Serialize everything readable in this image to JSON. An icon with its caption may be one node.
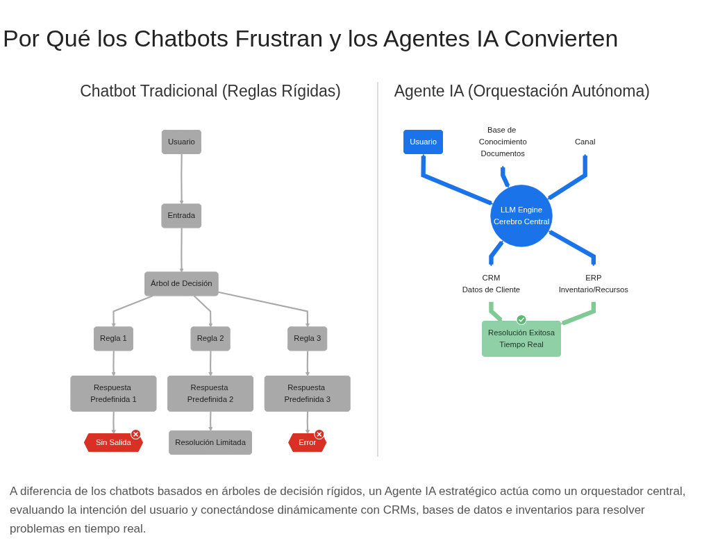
{
  "diagram": {
    "title": "Por Qué los Chatbots Frustran y los Agentes IA Convierten",
    "caption": "A diferencia de los chatbots basados en árboles de decisión rígidos, un Agente IA estratégico actúa como un orquestador central, evaluando la intención del usuario y conectándose dinámicamente con CRMs, bases de datos e inventarios para resolver problemas en tiempo real.",
    "nodes": [
      {
        "text": [
          "Usuario"
        ]
      },
      {
        "text": [
          "Entrada"
        ]
      },
      {
        "text": [
          "Árbol de Decisión"
        ]
      },
      {
        "text": [
          "Regla 1"
        ]
      },
      {
        "text": [
          "Regla 2"
        ]
      },
      {
        "text": [
          "Regla 3"
        ]
      },
      {
        "text": [
          "Respuesta Predefinida 1"
        ]
      },
      {
        "text": [
          "Respuesta Predefinida 2"
        ]
      },
      {
        "text": [
          "Respuesta Predefinida 3"
        ]
      },
      {
        "text": [
          "Sin Salida"
        ]
      },
      {
        "text": [
          "Error"
        ]
      },
      {
        "text": [
          "Resolución Limitada"
        ]
      },
      {
        "text": [
          "Usuario"
        ]
      },
      {
        "text": [
          "LLM Engine",
          "Cerebro Central"
        ]
      },
      {
        "text": [
          "Base de Conocimiento",
          "Documentos"
        ]
      },
      {
        "text": [
          "Canal"
        ]
      },
      {
        "text": [
          "CRM",
          "Datos de Cliente"
        ]
      },
      {
        "text": [
          "ERP",
          "Inventario/Recursos"
        ]
      },
      {
        "text": [
          "Resolución Exitosa",
          "Tiempo Real"
        ]
      }
    ],
    "edges": [
      {
        "from": 0,
        "to": 1,
        "arrow": "to"
      },
      {
        "from": 1,
        "to": 2,
        "arrow": "to"
      },
      {
        "from": 2,
        "to": 3,
        "arrow": "to"
      },
      {
        "from": 2,
        "to": 4,
        "arrow": "to"
      },
      {
        "from": 2,
        "to": 5,
        "arrow": "to"
      },
      {
        "from": 3,
        "to": 6,
        "arrow": "to"
      },
      {
        "from": 4,
        "to": 7,
        "arrow": "to"
      },
      {
        "from": 5,
        "to": 8,
        "arrow": "to"
      },
      {
        "from": 6,
        "to": 9,
        "arrow": "to"
      },
      {
        "from": 7,
        "to": 11,
        "arrow": "to"
      },
      {
        "from": 8,
        "to": 10,
        "arrow": "to"
      },
      {
        "from": 12,
        "to": 13,
        "arrow": "both",
        "style": "thick",
        "color": "#1a73e8"
      },
      {
        "from": 14,
        "to": 13,
        "arrow": "both",
        "style": "thick",
        "color": "#1a73e8"
      },
      {
        "from": 15,
        "to": 13,
        "arrow": "both",
        "style": "thick",
        "color": "#1a73e8"
      },
      {
        "from": 13,
        "to": 16,
        "arrow": "both",
        "style": "thick",
        "color": "#1a73e8"
      },
      {
        "from": 13,
        "to": 17,
        "arrow": "both",
        "style": "thick",
        "color": "#1a73e8"
      },
      {
        "from": 16,
        "to": 18,
        "arrow": "to",
        "style": "thick",
        "color": "#81c995"
      },
      {
        "from": 17,
        "to": 18,
        "arrow": "to",
        "style": "thick",
        "color": "#81c995"
      }
    ],
    "labels": [
      "Chatbot Tradicional (Reglas Rígidas)",
      "Agente IA (Orquestación Autónoma)"
    ]
  }
}
